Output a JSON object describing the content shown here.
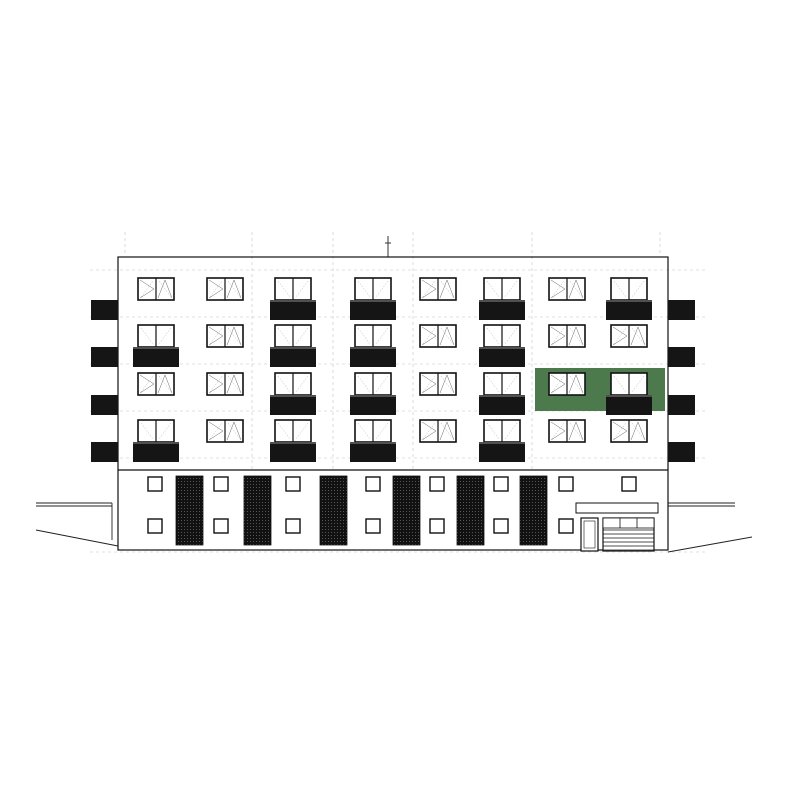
{
  "drawing": {
    "type": "building-elevation",
    "floors_above_ground": 4,
    "window_bays": 8,
    "ground_floor_openings": 8,
    "highlighted_unit": {
      "floor": 3,
      "side": "right",
      "bays": 2
    }
  },
  "colors": {
    "background": "#ffffff",
    "line": "#111111",
    "balcony_fill": "#151515",
    "highlight": "#4d7a4d",
    "grid_dash": "#bdbdbd"
  }
}
